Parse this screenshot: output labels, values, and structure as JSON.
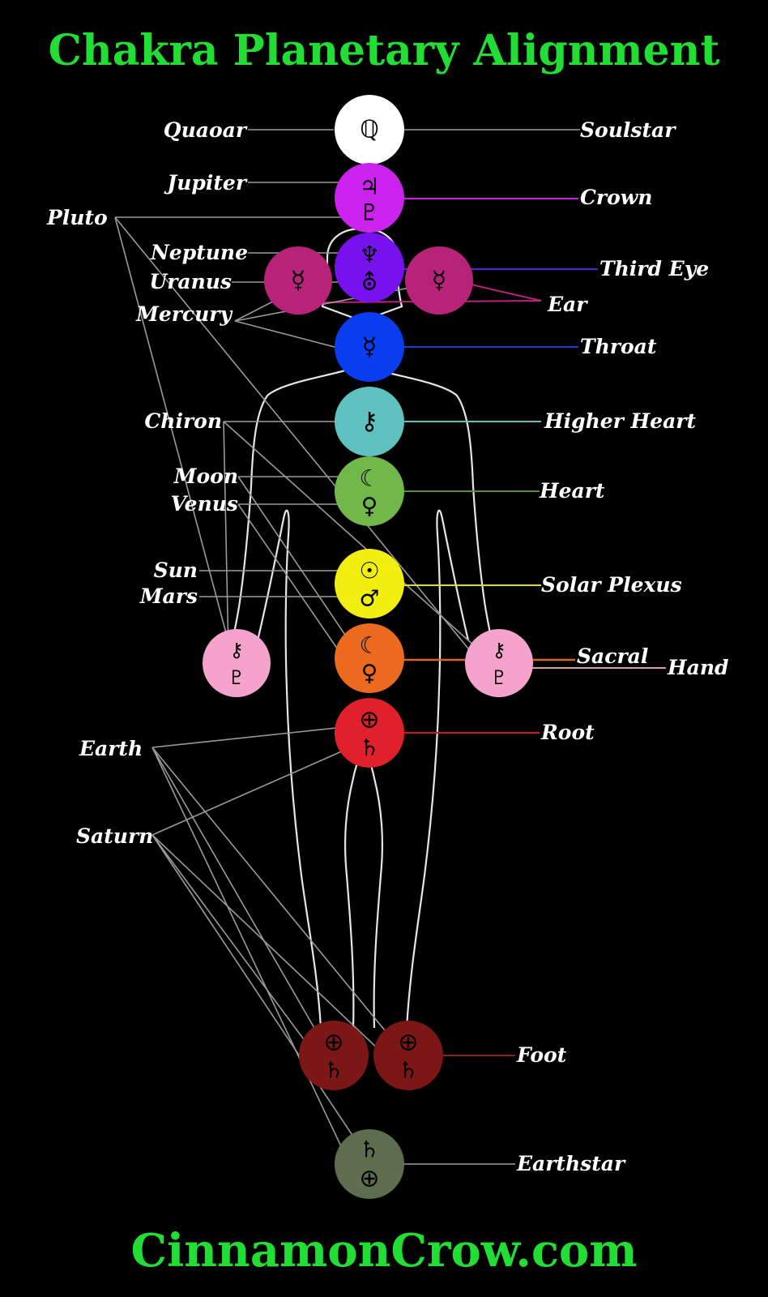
{
  "header": {
    "title": "Chakra Planetary Alignment"
  },
  "footer": {
    "site": "CinnamonCrow.com"
  },
  "planets": {
    "quaoar": "Quaoar",
    "jupiter": "Jupiter",
    "pluto": "Pluto",
    "neptune": "Neptune",
    "uranus": "Uranus",
    "mercury": "Mercury",
    "chiron": "Chiron",
    "moon": "Moon",
    "venus": "Venus",
    "sun": "Sun",
    "mars": "Mars",
    "earth": "Earth",
    "saturn": "Saturn"
  },
  "chakras": {
    "soulstar": "Soulstar",
    "crown": "Crown",
    "third_eye": "Third Eye",
    "ear": "Ear",
    "throat": "Throat",
    "higher_heart": "Higher Heart",
    "heart": "Heart",
    "solar_plexus": "Solar Plexus",
    "sacral": "Sacral",
    "hand": "Hand",
    "root": "Root",
    "foot": "Foot",
    "earthstar": "Earthstar"
  },
  "colors": {
    "title": "#22dd33",
    "soulstar": "#ffffff",
    "crown": "#cc22ee",
    "third_eye": "#7711ee",
    "ear": "#b8237a",
    "throat": "#0a3cf0",
    "higher_heart": "#5ec1c0",
    "heart": "#70b84a",
    "solar_plexus": "#f2ee10",
    "sacral": "#ec6a1e",
    "hand": "#f5a3cc",
    "root": "#e0202a",
    "foot": "#7c1716",
    "earthstar": "#5d6e4e"
  },
  "icons": {
    "quaoar": "quaoar-glyph",
    "jupiter": "jupiter-glyph",
    "pluto": "pluto-glyph",
    "neptune": "neptune-glyph",
    "uranus": "uranus-glyph",
    "mercury": "mercury-glyph",
    "chiron": "chiron-glyph",
    "moon": "moon-glyph",
    "venus": "venus-glyph",
    "sun": "sun-glyph",
    "mars": "mars-glyph",
    "earth": "earth-glyph",
    "saturn": "saturn-glyph"
  }
}
